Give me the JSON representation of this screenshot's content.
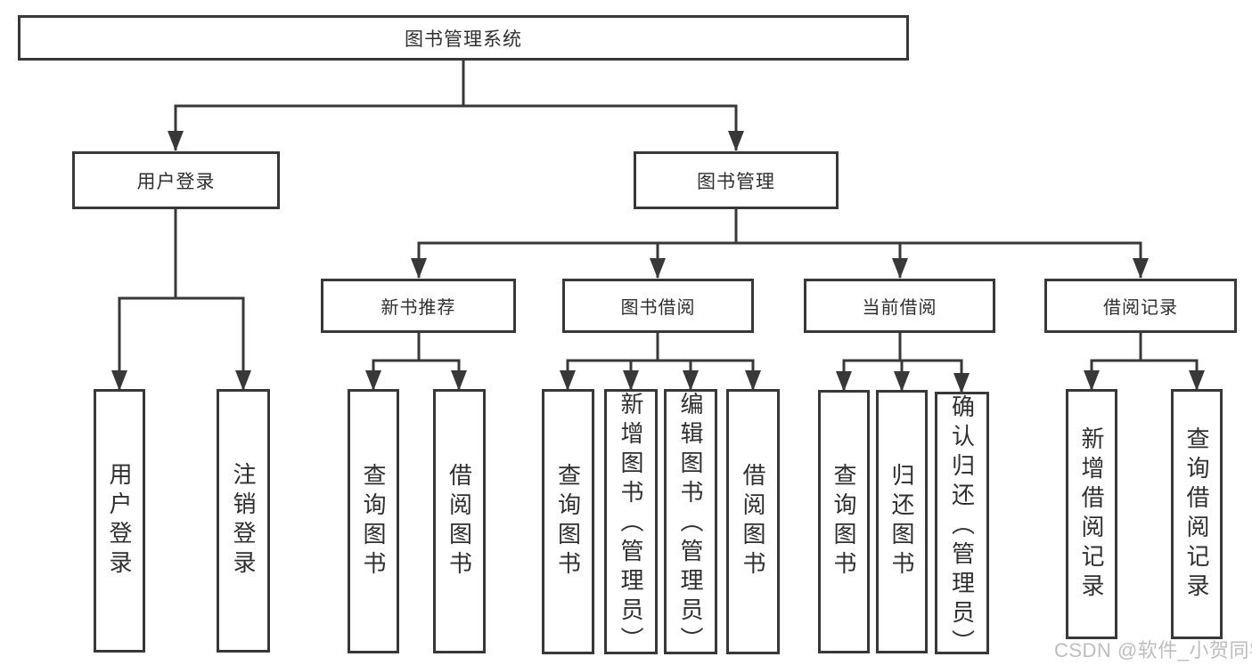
{
  "tree": {
    "label": "图书管理系统",
    "children": [
      {
        "label": "用户登录",
        "children": [
          {
            "label": "用户登录"
          },
          {
            "label": "注销登录"
          }
        ]
      },
      {
        "label": "图书管理",
        "children": [
          {
            "label": "新书推荐",
            "children": [
              {
                "label": "查询图书"
              },
              {
                "label": "借阅图书"
              }
            ]
          },
          {
            "label": "图书借阅",
            "children": [
              {
                "label": "查询图书"
              },
              {
                "label": "新增图书（管理员）"
              },
              {
                "label": "编辑图书（管理员）"
              },
              {
                "label": "借阅图书"
              }
            ]
          },
          {
            "label": "当前借阅",
            "children": [
              {
                "label": "查询图书"
              },
              {
                "label": "归还图书"
              },
              {
                "label": "确认归还（管理员）"
              }
            ]
          },
          {
            "label": "借阅记录",
            "children": [
              {
                "label": "新增借阅记录"
              },
              {
                "label": "查询借阅记录"
              }
            ]
          }
        ]
      }
    ]
  },
  "watermark": {
    "text": "CSDN @软件_小贺同学"
  },
  "colors": {
    "line": "#383838",
    "box_border": "#383838",
    "text": "#2f2f2f",
    "watermark": "#bdbdbd",
    "background": "#ffffff"
  }
}
